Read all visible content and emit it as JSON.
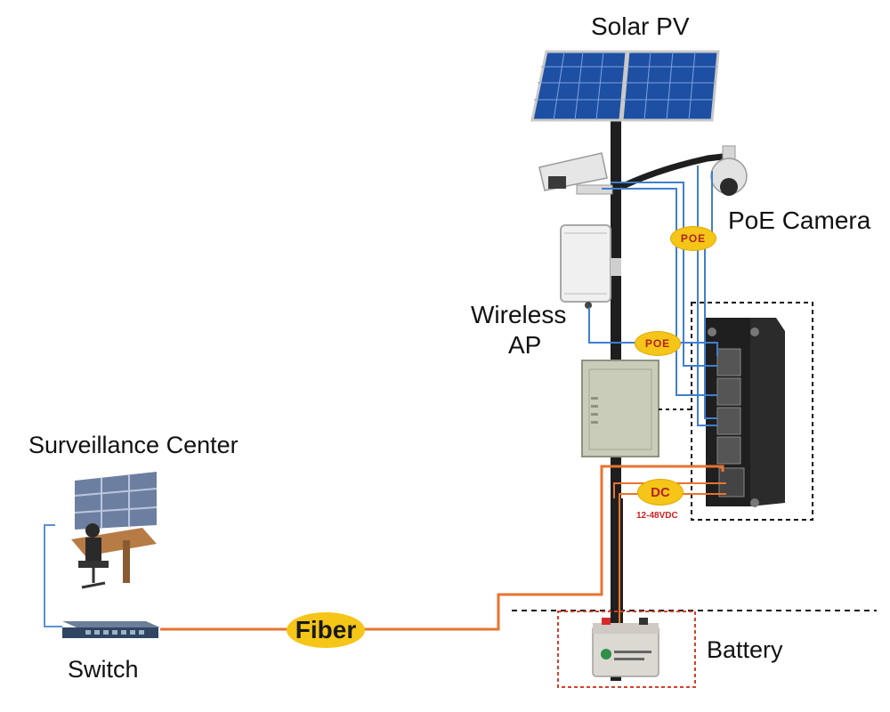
{
  "labels": {
    "solar": "Solar PV",
    "poe_camera": "PoE Camera",
    "wireless_ap_1": "Wireless",
    "wireless_ap_2": "AP",
    "surveillance": "Surveillance Center",
    "switch": "Switch",
    "battery": "Battery"
  },
  "badges": {
    "fiber": "Fiber",
    "poe_top": "POE",
    "poe_ap": "POE",
    "dc": "DC",
    "voltage": "12-48VDC"
  },
  "colors": {
    "fiber": "#e8732f",
    "poe_line": "#3f7fd0",
    "badge": "#f5c518",
    "badge_text": "#b0241c",
    "dc_text": "#d21e1e"
  }
}
